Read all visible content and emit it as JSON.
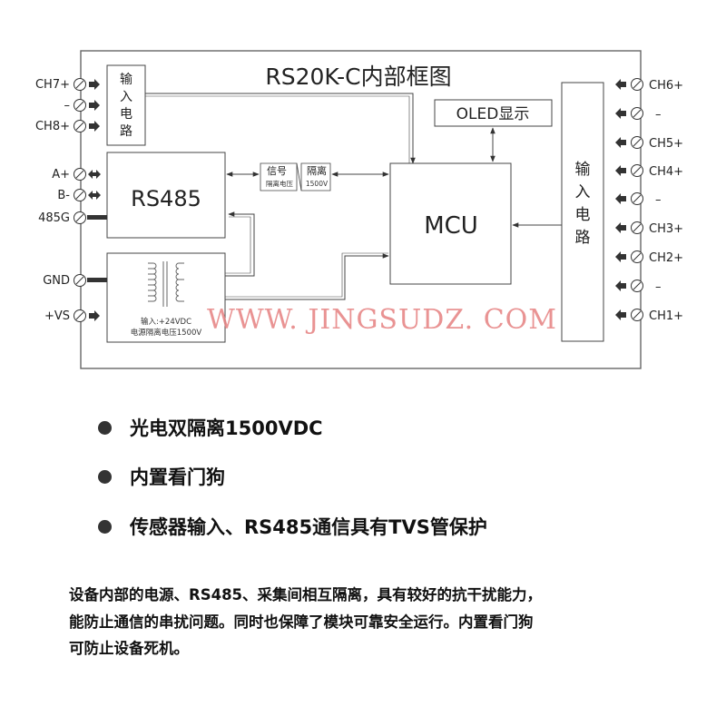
{
  "diagram": {
    "title": "RS20K-C内部框图",
    "left_terminals": [
      "CH7+",
      "–",
      "CH8+",
      "A+",
      "B-",
      "485G",
      "GND",
      "+VS"
    ],
    "right_terminals": [
      "CH6+",
      "–",
      "CH5+",
      "CH4+",
      "–",
      "CH3+",
      "CH2+",
      "–",
      "CH1+"
    ],
    "input_block_left": [
      "输",
      "入",
      "电",
      "路"
    ],
    "input_block_right": [
      "输",
      "入",
      "电",
      "路"
    ],
    "rs485_label": "RS485",
    "mcu_label": "MCU",
    "oled_label": "OLED显示",
    "isolator_top_left": "信号",
    "isolator_top_right": "隔离",
    "isolator_bottom_left": "隔离电压",
    "isolator_bottom_right": "1500V",
    "power_line1": "输入:+24VDC",
    "power_line2": "电源隔离电压1500V",
    "watermark": "WWW. JINGSUDZ. COM"
  },
  "colors": {
    "watermark": "#e07070",
    "line": "#444444",
    "arrow": "#333333"
  },
  "features": [
    {
      "text": "光电双隔离1500VDC"
    },
    {
      "text": "内置看门狗"
    },
    {
      "text": "传感器输入、RS485通信具有TVS管保护"
    }
  ],
  "description_lines": [
    "设备内部的电源、RS485、采集间相互隔离，具有较好的抗干扰能力，",
    "能防止通信的串扰问题。同时也保障了模块可靠安全运行。内置看门狗",
    "可防止设备死机。"
  ]
}
